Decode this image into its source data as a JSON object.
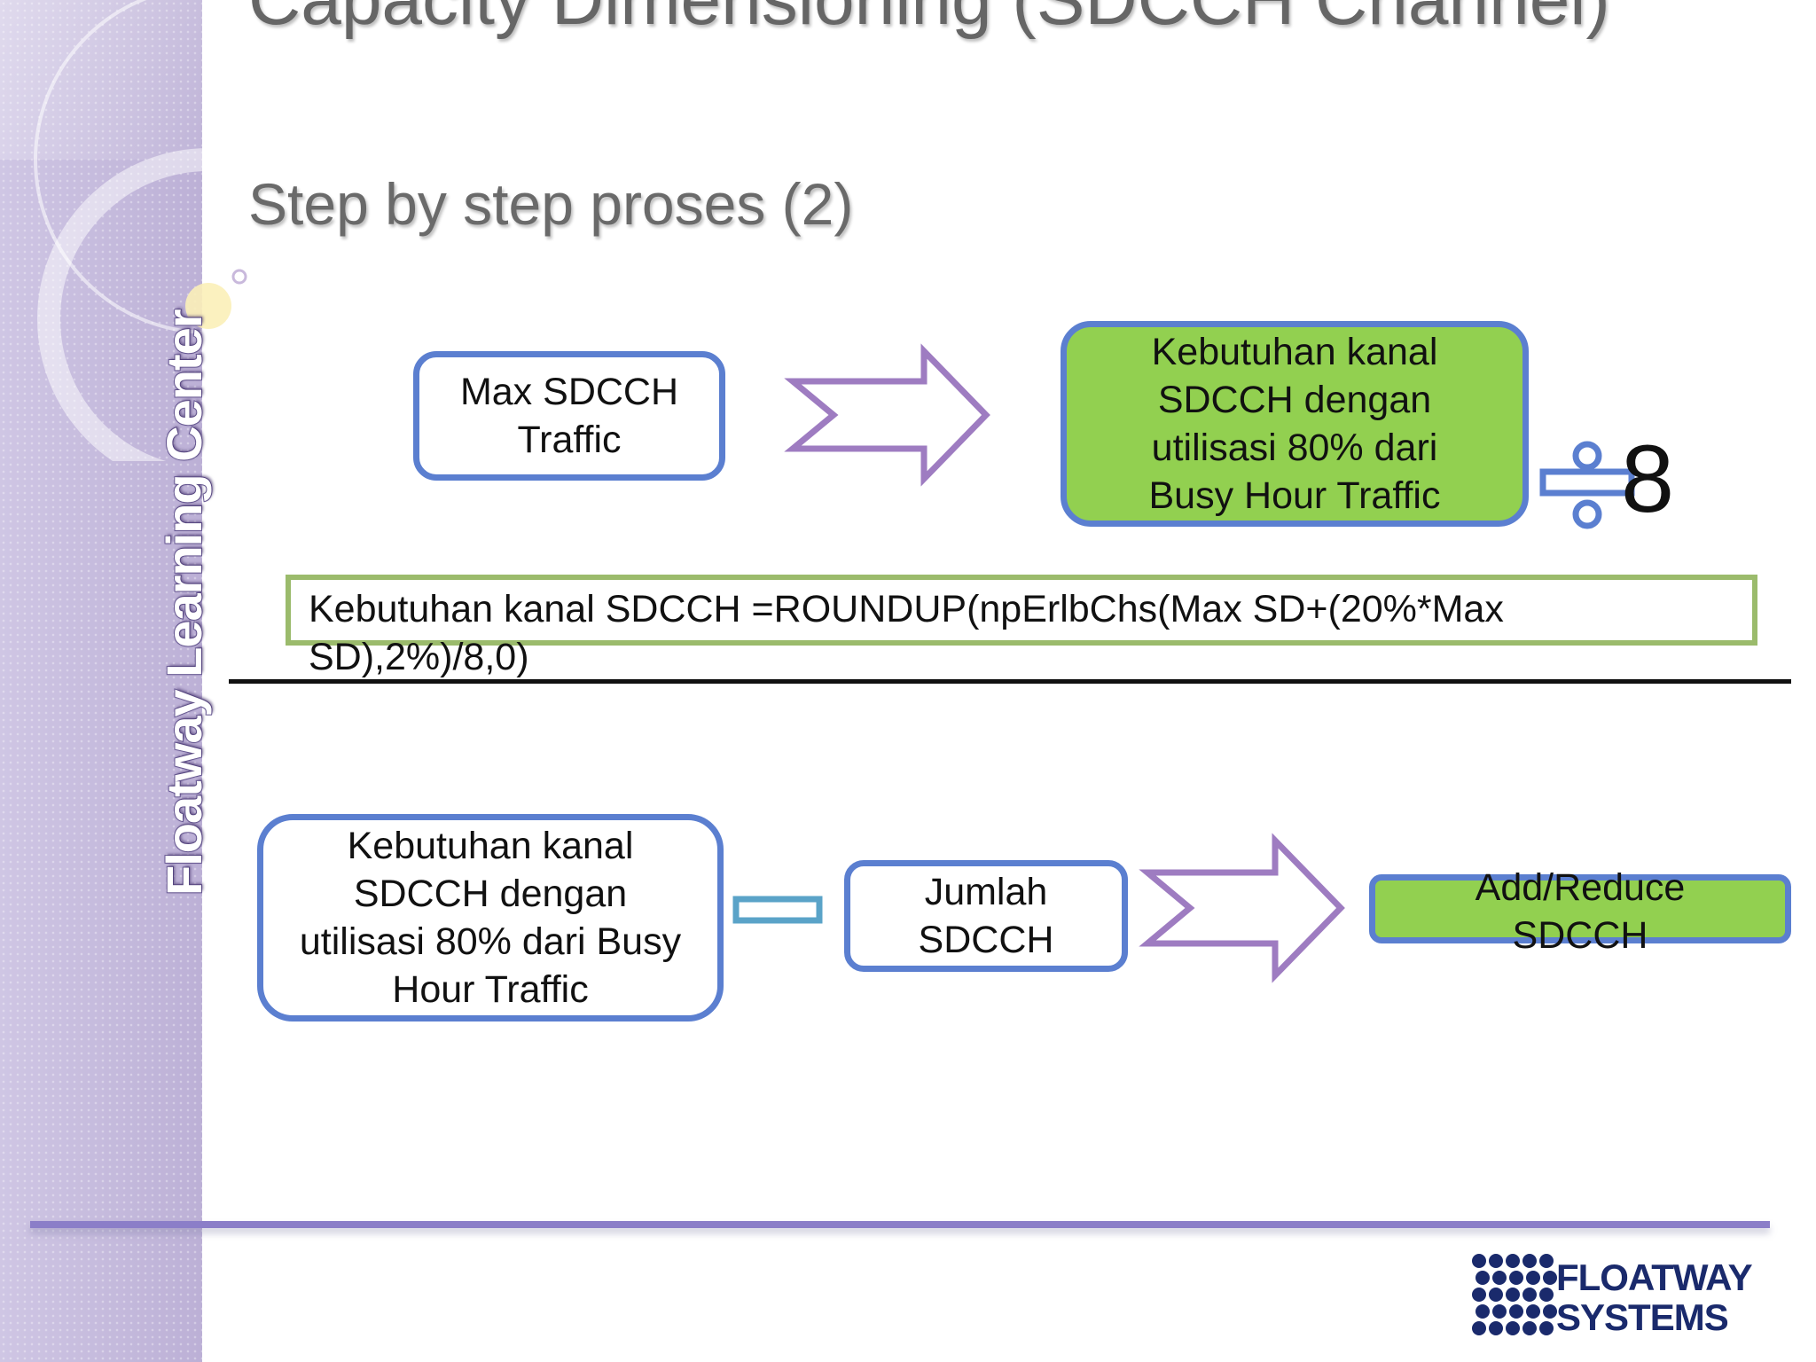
{
  "slide": {
    "title": "Capacity Dimensioning (SDCCH Channel)",
    "subtitle": "Step by step proses (2)",
    "sidebar_brand": "Floatway Learning Center",
    "colors": {
      "box_border": "#5b7fd0",
      "green_fill": "#92d050",
      "arrow": "#9e7cc1",
      "minus": "#5aa3c8",
      "formula_border": "#9bbb6c",
      "footer_line": "#8b7ec8"
    }
  },
  "top_flow": {
    "input_box": "Max SDCCH Traffic",
    "result_box": "Kebutuhan kanal SDCCH dengan utilisasi 80% dari Busy Hour Traffic",
    "operator_icon": "divide-icon",
    "divisor": "8"
  },
  "formula": "Kebutuhan kanal SDCCH =ROUNDUP(npErlbChs(Max SD+(20%*Max SD),2%)/8,0)",
  "bottom_flow": {
    "left_box": "Kebutuhan kanal SDCCH dengan utilisasi 80% dari Busy Hour Traffic",
    "operator_icon": "minus-icon",
    "middle_box": "Jumlah SDCCH",
    "result_box": "Add/Reduce SDCCH"
  },
  "logo": {
    "line1": "FLOATWAY",
    "line2": "SYSTEMS"
  }
}
